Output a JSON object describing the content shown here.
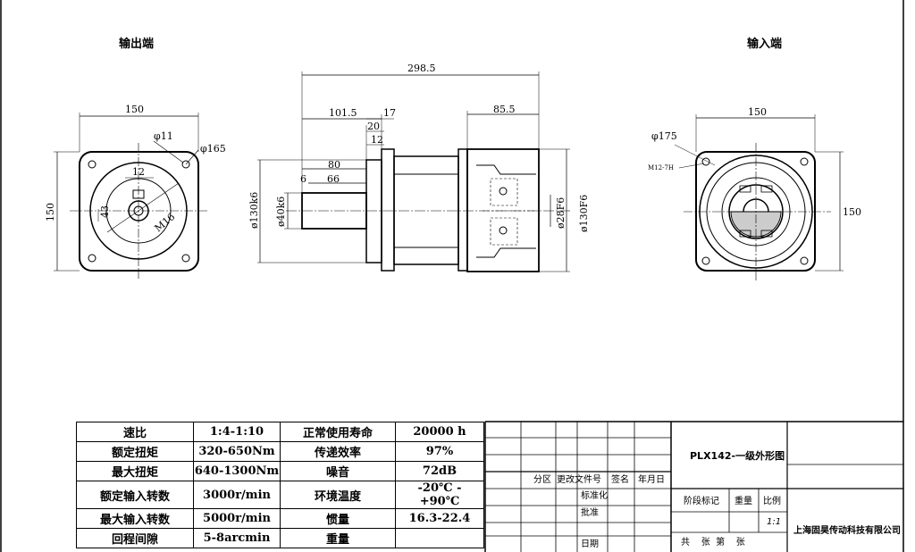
{
  "views": {
    "output_label": "输出端",
    "input_label": "输入端"
  },
  "dimensions": {
    "front": {
      "width": "150",
      "bolt_hole": "φ11",
      "pcd": "φ165",
      "key_width": "12",
      "key_height": "43",
      "thread": "M16",
      "height": "150"
    },
    "side": {
      "total": "298.5",
      "flange_to_shaft": "101.5",
      "flange": "17",
      "pilot": "20",
      "collar": "12",
      "input_len": "85.5",
      "shaft_len": "80",
      "shaft_key": "66",
      "key_offset": "6",
      "spigot": "ø130k6",
      "shaft": "ø40k6",
      "bore": "ø28F6",
      "input_spigot": "ø130F6"
    },
    "back": {
      "width": "150",
      "pcd": "φ175",
      "thread": "M12-7H",
      "height": "150"
    }
  },
  "specs": [
    {
      "k1": "速比",
      "v1": "1:4-1:10",
      "k2": "正常使用寿命",
      "v2": "20000 h"
    },
    {
      "k1": "额定扭矩",
      "v1": "320-650Nm",
      "k2": "传递效率",
      "v2": "97%"
    },
    {
      "k1": "最大扭矩",
      "v1": "640-1300Nm",
      "k2": "噪音",
      "v2": "72dB"
    },
    {
      "k1": "额定输入转数",
      "v1": "3000r/min",
      "k2": "环境温度",
      "v2": "-20℃ - +90℃"
    },
    {
      "k1": "最大输入转数",
      "v1": "5000r/min",
      "k2": "惯量",
      "v2": "16.3-22.4"
    },
    {
      "k1": "回程间隙",
      "v1": "5-8arcmin",
      "k2": "重量",
      "v2": ""
    }
  ],
  "title_block": {
    "title": "PLX142-一级外形图",
    "zone": "分区",
    "change_doc": "更改文件号",
    "sign": "签名",
    "date_ymd": "年月日",
    "standardize": "标准化",
    "approve": "批准",
    "date": "日期",
    "stage_mark": "阶段标记",
    "weight": "重量",
    "scale": "比例",
    "scale_value": "1:1",
    "sheets": "共    张  第    张",
    "company": "上海固昊传动科技有限公司"
  }
}
